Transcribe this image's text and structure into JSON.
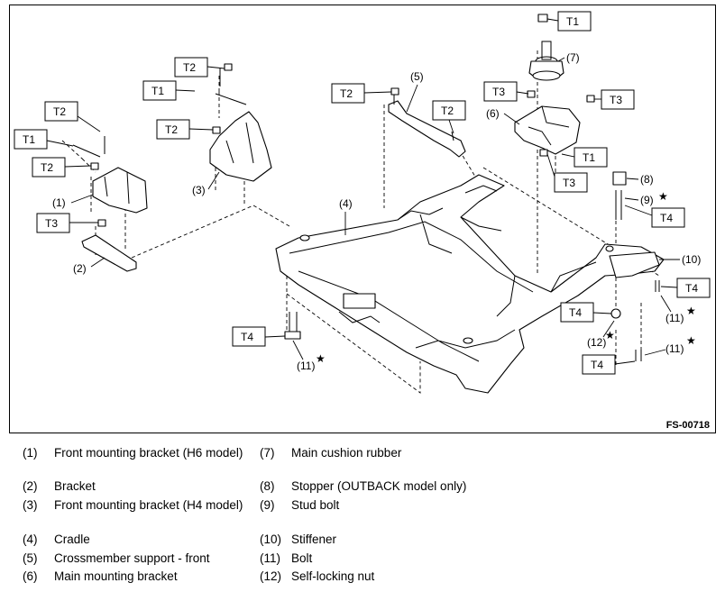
{
  "figure_id": "FS-00718",
  "torque_labels": {
    "t1": "T1",
    "t2": "T2",
    "t3": "T3",
    "t4": "T4"
  },
  "callouts": {
    "c1": "(1)",
    "c2": "(2)",
    "c3": "(3)",
    "c4": "(4)",
    "c5": "(5)",
    "c6": "(6)",
    "c7": "(7)",
    "c8": "(8)",
    "c9": "(9)",
    "c10": "(10)",
    "c11": "(11)",
    "c12": "(12)"
  },
  "star": "★",
  "legend": [
    {
      "num": "(1)",
      "text": "Front mounting bracket (H6 model)"
    },
    {
      "num": "(2)",
      "text": "Bracket"
    },
    {
      "num": "(3)",
      "text": "Front mounting bracket (H4 model)"
    },
    {
      "num": "(4)",
      "text": "Cradle"
    },
    {
      "num": "(5)",
      "text": "Crossmember support - front"
    },
    {
      "num": "(6)",
      "text": "Main mounting bracket"
    },
    {
      "num": "(7)",
      "text": "Main cushion rubber"
    },
    {
      "num": "(8)",
      "text": "Stopper (OUTBACK model only)"
    },
    {
      "num": "(9)",
      "text": "Stud bolt"
    },
    {
      "num": "(10)",
      "text": "Stiffener"
    },
    {
      "num": "(11)",
      "text": "Bolt"
    },
    {
      "num": "(12)",
      "text": "Self-locking nut"
    }
  ]
}
